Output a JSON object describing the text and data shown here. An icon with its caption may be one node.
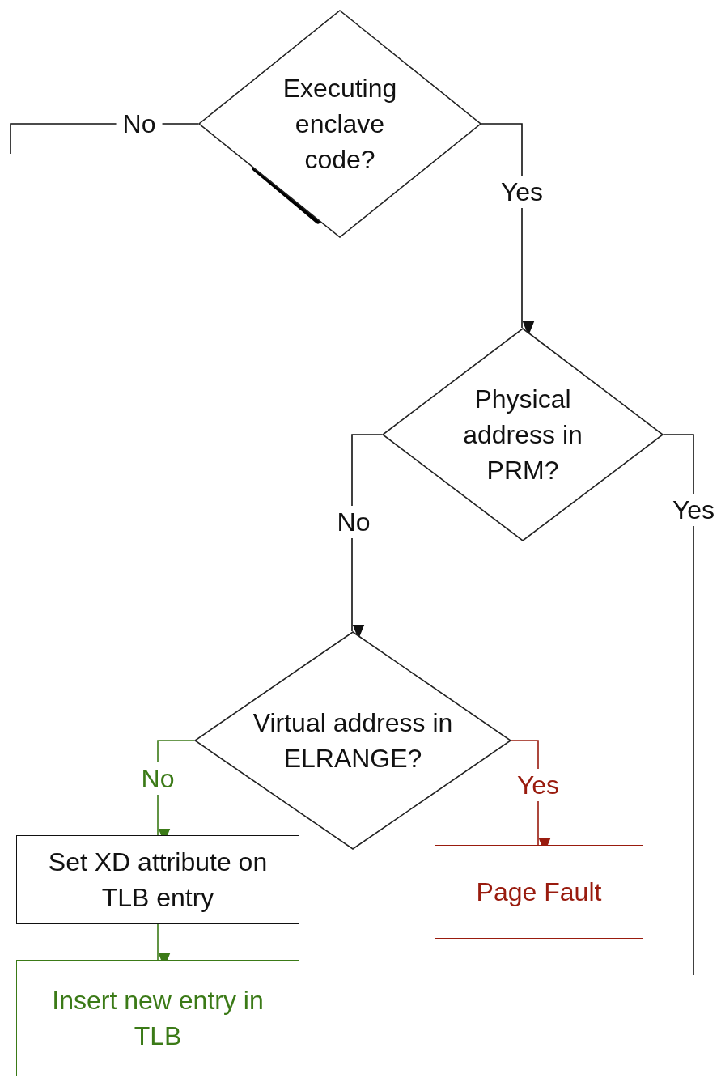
{
  "diagram": {
    "nodes": [
      {
        "text": [
          "Executing enclave code?"
        ]
      },
      {
        "text": [
          "Physical address in PRM?"
        ]
      },
      {
        "text": [
          "Virtual address in ELRANGE?"
        ]
      },
      {
        "text": [
          "Set XD attribute on TLB entry"
        ]
      },
      {
        "text": [
          "Page Fault"
        ]
      },
      {
        "text": [
          "Insert new entry in TLB"
        ]
      }
    ],
    "edges": [
      {
        "from": 0,
        "to": null,
        "arrow": "none",
        "label": "No"
      },
      {
        "from": 0,
        "to": 1,
        "arrow": "to",
        "label": "Yes"
      },
      {
        "from": 1,
        "to": 2,
        "arrow": "to",
        "label": "No"
      },
      {
        "from": 1,
        "to": null,
        "arrow": "none",
        "label": "Yes"
      },
      {
        "from": 2,
        "to": 3,
        "arrow": "to",
        "label": "No",
        "color": "#3b7a17"
      },
      {
        "from": 2,
        "to": 4,
        "arrow": "to",
        "label": "Yes",
        "color": "#991b0e"
      },
      {
        "from": 3,
        "to": 5,
        "arrow": "to",
        "color": "#3b7a17"
      }
    ]
  }
}
